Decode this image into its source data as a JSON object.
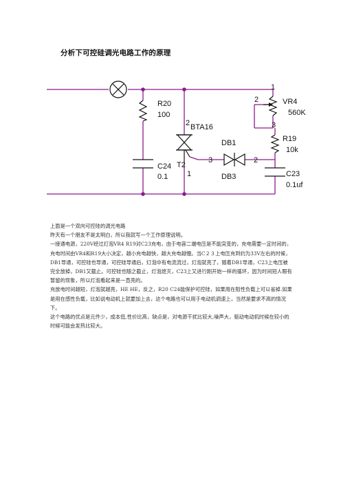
{
  "title": "分析下可控硅调光电路工作的原理",
  "circuit": {
    "r20_name": "R20",
    "r20_value": "100",
    "c24_name": "C24",
    "c24_value": "0.1",
    "bta_name": "BTA16",
    "bta_pin2": "2",
    "t2_name": "T2",
    "t2_pin1": "1",
    "t2_pin3": "3",
    "db1_name": "DB1",
    "db3_name": "DB3",
    "db_pin2": "2",
    "vr4_name": "VR4",
    "vr4_value": "560K",
    "vr4_pin1": "1",
    "vr4_pin2": "2",
    "vr4_pin3": "3",
    "r19_name": "R19",
    "r19_value": "10k",
    "c23_name": "C23",
    "c23_value": "0.1uf",
    "accent_color": "#8b1a8b"
  },
  "paragraphs": [
    "上面是一个双向可控硅的调光电路",
    "昨天有一个朋友不是太明白，所以我就写一个工作原理说明。",
    "一接通电源，220V经过灯泡VR4 R19对C23充电，由于电容二端电压是不能突变的，充电需要一定时间的，充电时间由VR4和R19大小决定，越小充电越快，越大充电越慢。当C２３上电压充到约为33V左右的时候，DB1导通，可控硅也导通，可控硅导通后，灯泡中有电流流过，灯泡就亮了，随着DB1导通，C23上电压被完全放掉，DB1又截止。可控硅也随之截止，灯泡熄灭，C23上又进行刚开始一样的循环，因为时间短人眼有暂留的现象，所以灯泡看起来是一直亮的。",
    "充放电时间越短，灯泡就越亮，HE HE，反之，R20 C24能保护可控硅，如果用在阻性负载上可以省掉.如果是用在感性负载，比如说电动机上就要加上去，这个电路也可以用于电动机调速上，当然是要求不高的情况下。",
    "这个电路的优点是元件少，成本低,性价比高，缺点是，对电源干扰比较大,噪声大，驱动电动机时候在较小的时候可能会发热比较大。"
  ]
}
